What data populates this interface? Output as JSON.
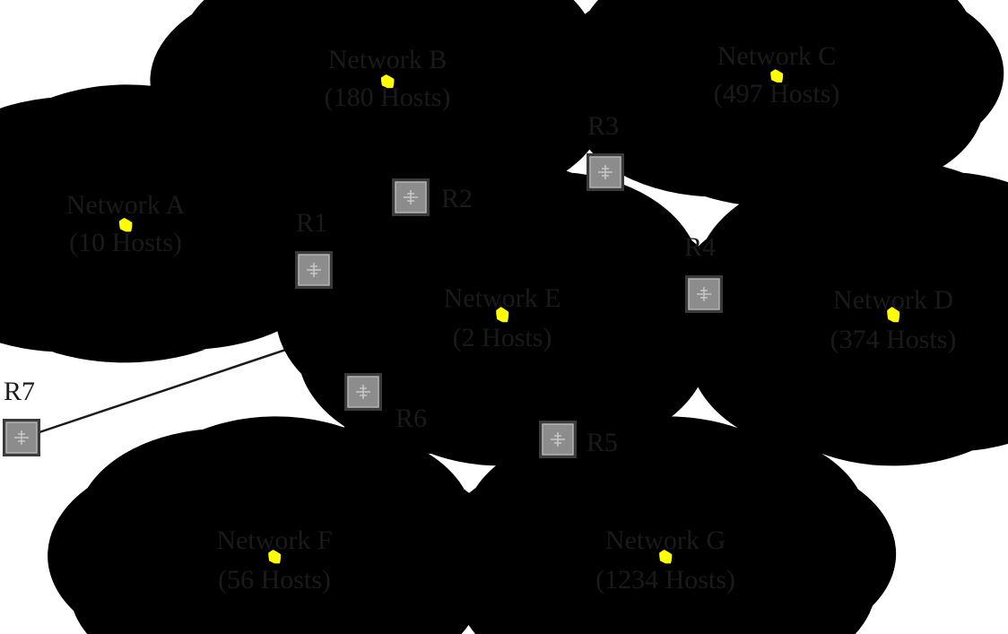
{
  "colors": {
    "cloud_fill": "#ffff00",
    "cloud_stroke": "#000000",
    "link": "#1a1a1a",
    "router": "#8c8c8c"
  },
  "networks": [
    {
      "id": "A",
      "name": "Network A",
      "hosts": "(10 Hosts)"
    },
    {
      "id": "B",
      "name": "Network B",
      "hosts": "(180 Hosts)"
    },
    {
      "id": "C",
      "name": "Network C",
      "hosts": "(497 Hosts)"
    },
    {
      "id": "D",
      "name": "Network D",
      "hosts": "(374 Hosts)"
    },
    {
      "id": "E",
      "name": "Network E",
      "hosts": "(2 Hosts)"
    },
    {
      "id": "F",
      "name": "Network F",
      "hosts": "(56 Hosts)"
    },
    {
      "id": "G",
      "name": "Network G",
      "hosts": "(1234 Hosts)"
    }
  ],
  "routers": [
    {
      "id": "R1",
      "label": "R1",
      "connects": [
        "A",
        "E"
      ]
    },
    {
      "id": "R2",
      "label": "R2",
      "connects": [
        "B",
        "E"
      ]
    },
    {
      "id": "R3",
      "label": "R3",
      "connects": [
        "C",
        "E"
      ]
    },
    {
      "id": "R4",
      "label": "R4",
      "connects": [
        "D",
        "E"
      ]
    },
    {
      "id": "R5",
      "label": "R5",
      "connects": [
        "G",
        "E"
      ]
    },
    {
      "id": "R6",
      "label": "R6",
      "connects": [
        "F",
        "E"
      ]
    },
    {
      "id": "R7",
      "label": "R7",
      "connects": [
        "E"
      ]
    }
  ]
}
